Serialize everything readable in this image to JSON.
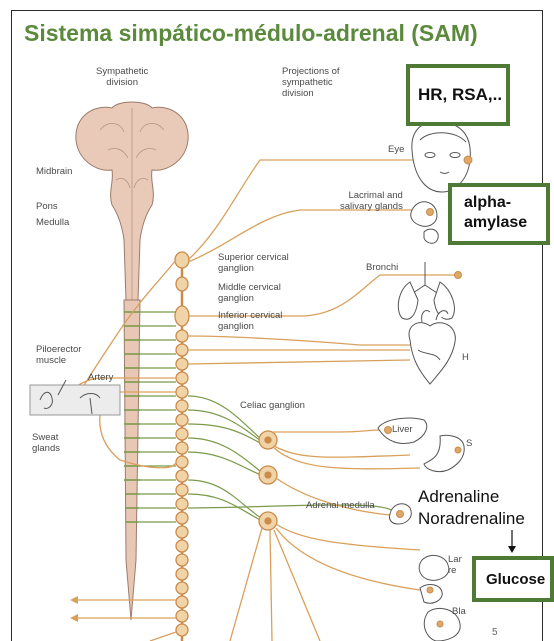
{
  "slide": {
    "title": "Sistema simpático-médulo-adrenal (SAM)",
    "page_number": "5",
    "colors": {
      "title": "#5b8a3c",
      "box_border": "#4f7a35",
      "nerve": "#d9a05b",
      "ganglion": "#c98c4a",
      "spinal_cord": "#e8c8b4"
    }
  },
  "labels": {
    "sympathetic_division": "Sympathetic\ndivision",
    "projections": "Projections of\nsympathetic\ndivision",
    "midbrain": "Midbrain",
    "pons": "Pons",
    "medulla": "Medulla",
    "eye": "Eye",
    "lacrimal": "Lacrimal and\nsalivary glands",
    "bronchi": "Bronchi",
    "superior_cervical": "Superior cervical\nganglion",
    "middle_cervical": "Middle cervical\nganglion",
    "inferior_cervical": "Inferior cervical\nganglion",
    "piloerector": "Piloerector\nmuscle",
    "artery": "Artery",
    "sweat_glands": "Sweat\nglands",
    "celiac_ganglion": "Celiac ganglion",
    "liver": "Liver",
    "adrenal_medulla": "Adrenal medulla",
    "heart_partial": "H",
    "stomach_partial": "S",
    "large_partial": "Lar\nre",
    "bladder_partial": "Bla"
  },
  "annotations": {
    "hr_rsa": "HR, RSA,..",
    "alpha_amylase": "alpha-\namylase",
    "adrenaline_noradrenaline": "Adrenaline\nNoradrenaline",
    "glucose": "Glucose"
  }
}
